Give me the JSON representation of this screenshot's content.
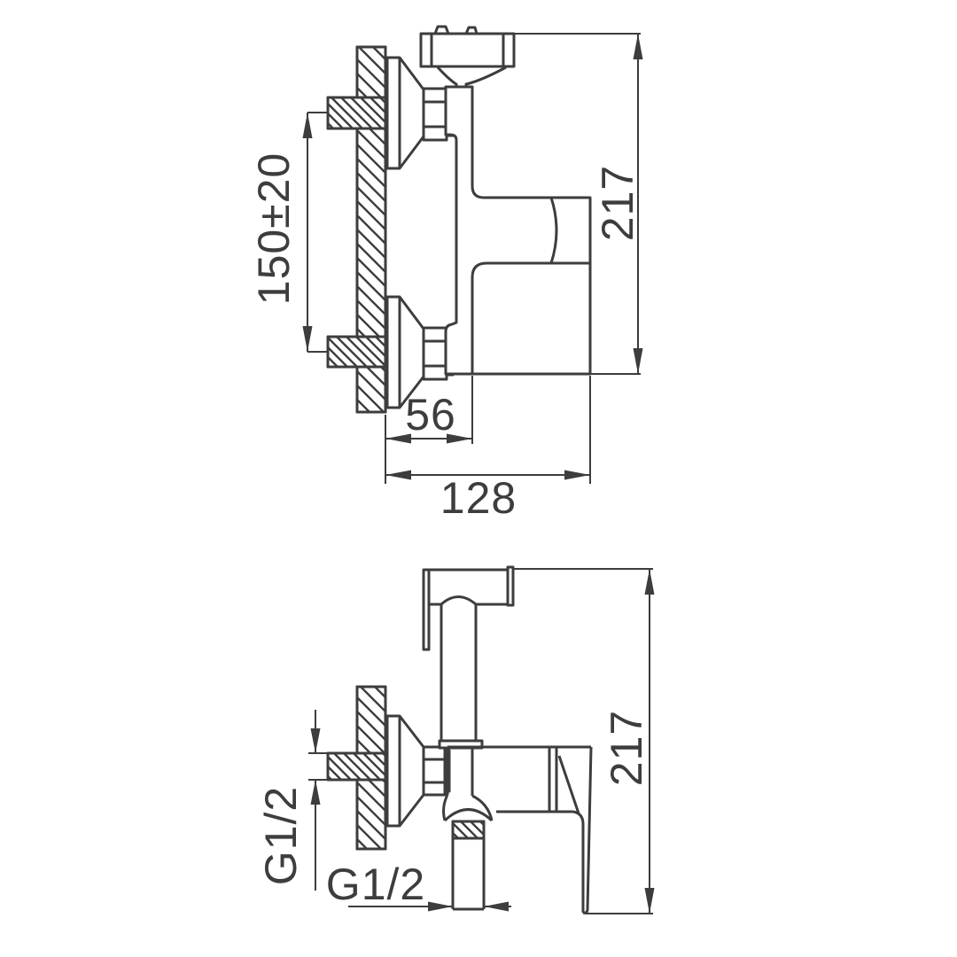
{
  "drawing": {
    "kind": "technical dimension drawing",
    "subject": "wall-mounted mixer tap with hand sprayer, two side views",
    "background_color": "#ffffff",
    "line_color": "#3d3d3d"
  },
  "labels": {
    "top_view": {
      "mounting_distance": "150±20",
      "overall_height": "217",
      "wall_to_spout": "56",
      "overall_depth": "128"
    },
    "bottom_view": {
      "inlet_thread": "G1/2",
      "outlet_thread": "G1/2",
      "overall_height": "217"
    }
  }
}
